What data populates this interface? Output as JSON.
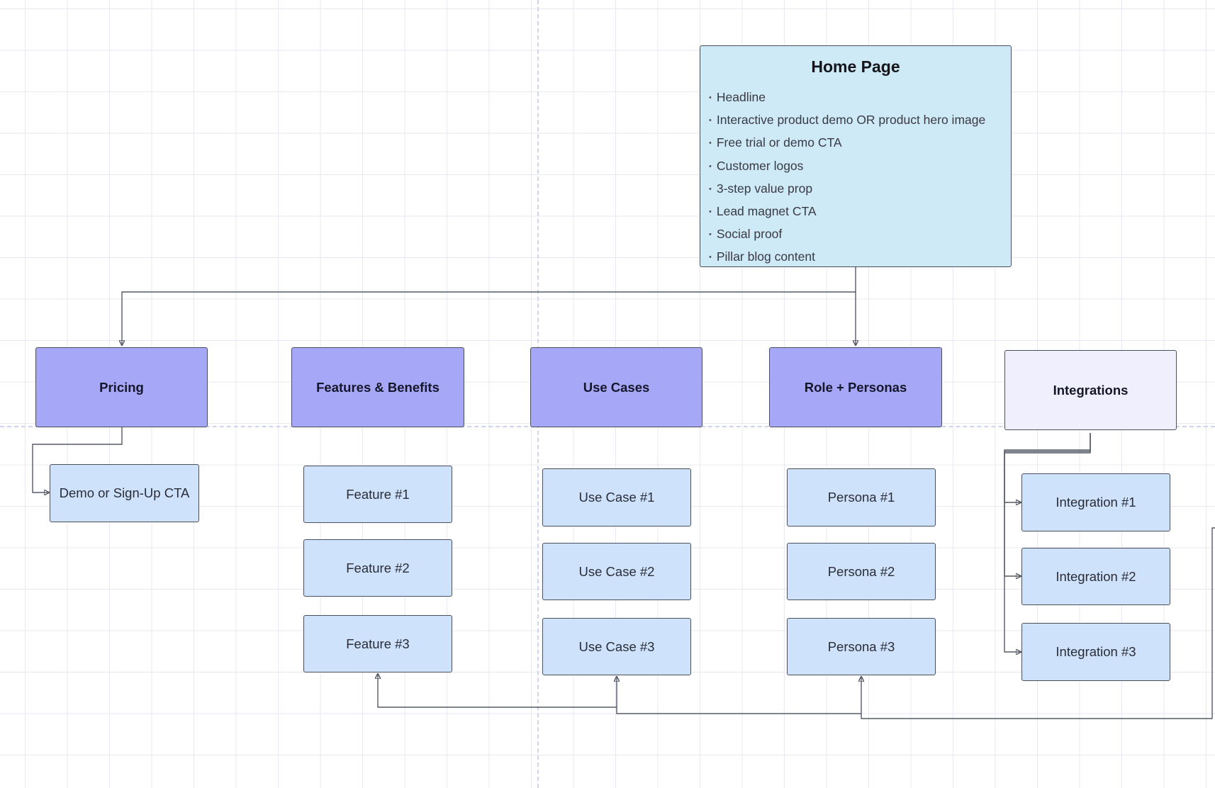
{
  "home": {
    "title": "Home Page",
    "items": [
      "Headline",
      "Interactive product demo OR product hero image",
      "Free trial or demo CTA",
      "Customer logos",
      "3-step value prop",
      "Lead magnet CTA",
      "Social proof",
      "Pillar blog content"
    ]
  },
  "categories": {
    "pricing": "Pricing",
    "features": "Features & Benefits",
    "use_cases": "Use Cases",
    "personas": "Role + Personas",
    "integrations": "Integrations"
  },
  "subpages": {
    "pricing": [
      "Demo or Sign-Up CTA"
    ],
    "features": [
      "Feature #1",
      "Feature #2",
      "Feature #3"
    ],
    "use_cases": [
      "Use Case #1",
      "Use Case #2",
      "Use Case #3"
    ],
    "personas": [
      "Persona #1",
      "Persona #2",
      "Persona #3"
    ],
    "integrations": [
      "Integration #1",
      "Integration #2",
      "Integration #3"
    ]
  },
  "colors": {
    "home_fill": "#cdeaf6",
    "category_fill": "#a6a8f7",
    "integrations_fill": "#f0effd",
    "subpage_fill": "#cfe2fb",
    "connector": "#555a66"
  }
}
